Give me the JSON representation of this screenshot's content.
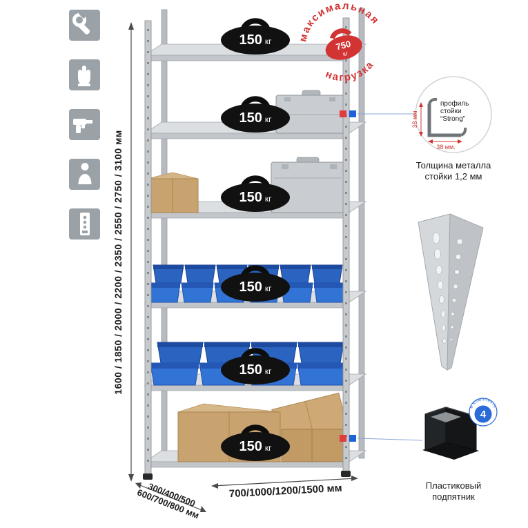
{
  "sidebar_icons": [
    {
      "name": "wrench"
    },
    {
      "name": "gloves"
    },
    {
      "name": "drill"
    },
    {
      "name": "person"
    },
    {
      "name": "rack-post"
    }
  ],
  "rack": {
    "shelf_count": 6,
    "shelf_load_value": "150",
    "shelf_load_unit": "кг"
  },
  "stamp": {
    "arc_top": "максимальная",
    "arc_bottom": "нагрузка",
    "value": "750",
    "unit": "кг"
  },
  "profile": {
    "line1": "профиль",
    "line2": "стойки",
    "line3": "“Strong”",
    "dim_vertical": "38 мм",
    "dim_horizontal": "38 мм.",
    "caption1": "Толщина металла",
    "caption2": "стойки 1,2 мм"
  },
  "foot": {
    "badge_value": "4",
    "badge_text": "в комплекте",
    "caption1": "Пластиковый",
    "caption2": "подпятник"
  },
  "dimensions": {
    "height": "1600 / 1850 / 2000 / 2200 / 2350 / 2550 / 2750 / 3100 мм",
    "depth1": "300/400/500",
    "depth2": "600/700/800 мм",
    "width": "700/1000/1200/1500 мм"
  },
  "colors": {
    "accent_red": "#d23333",
    "accent_blue": "#1f63d6",
    "bin_blue": "#2f6fd0",
    "metal": "#c9cdd1",
    "cardboard": "#c8a36f",
    "weight_black": "#111111",
    "icon_bg": "#9aa1a7"
  }
}
